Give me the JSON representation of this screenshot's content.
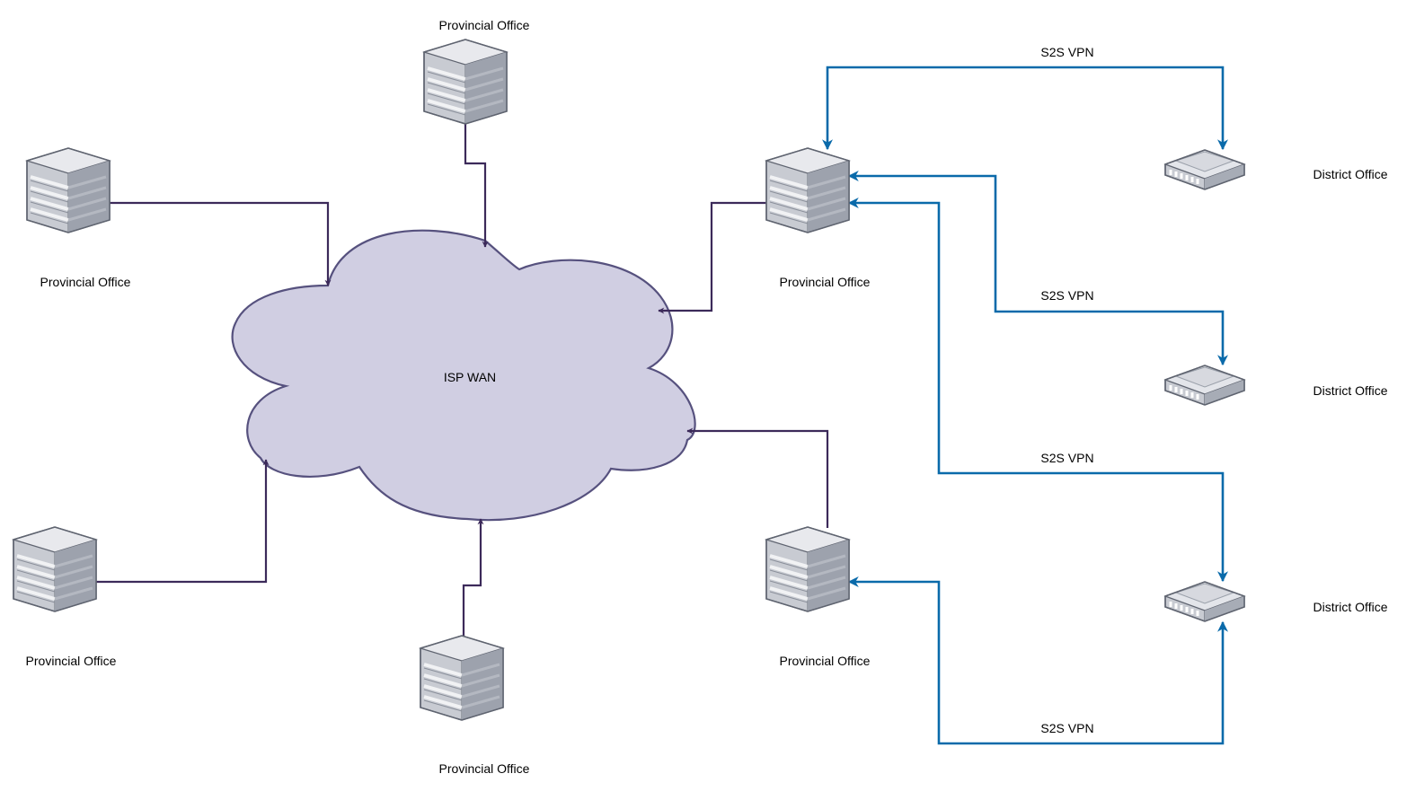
{
  "diagram": {
    "cloud": {
      "label": "ISP WAN"
    },
    "provincial_offices": [
      {
        "label": "Provincial Office"
      },
      {
        "label": "Provincial Office"
      },
      {
        "label": "Provincial Office"
      },
      {
        "label": "Provincial Office"
      },
      {
        "label": "Provincial Office"
      },
      {
        "label": "Provincial Office"
      }
    ],
    "district_offices": [
      {
        "label": "District Office"
      },
      {
        "label": "District Office"
      },
      {
        "label": "District Office"
      }
    ],
    "vpn_links": [
      {
        "label": "S2S VPN"
      },
      {
        "label": "S2S VPN"
      },
      {
        "label": "S2S VPN"
      },
      {
        "label": "S2S VPN"
      }
    ]
  },
  "colors": {
    "wan_link": "#3c2a5a",
    "vpn_link": "#0a6aaa",
    "cloud_fill": "#d0cee2",
    "cloud_stroke": "#56517e",
    "server_body": "#c8cbd2",
    "server_edge": "#5f6470"
  },
  "icons": {
    "provincial_office": "server-building-icon",
    "district_office": "router-icon"
  }
}
